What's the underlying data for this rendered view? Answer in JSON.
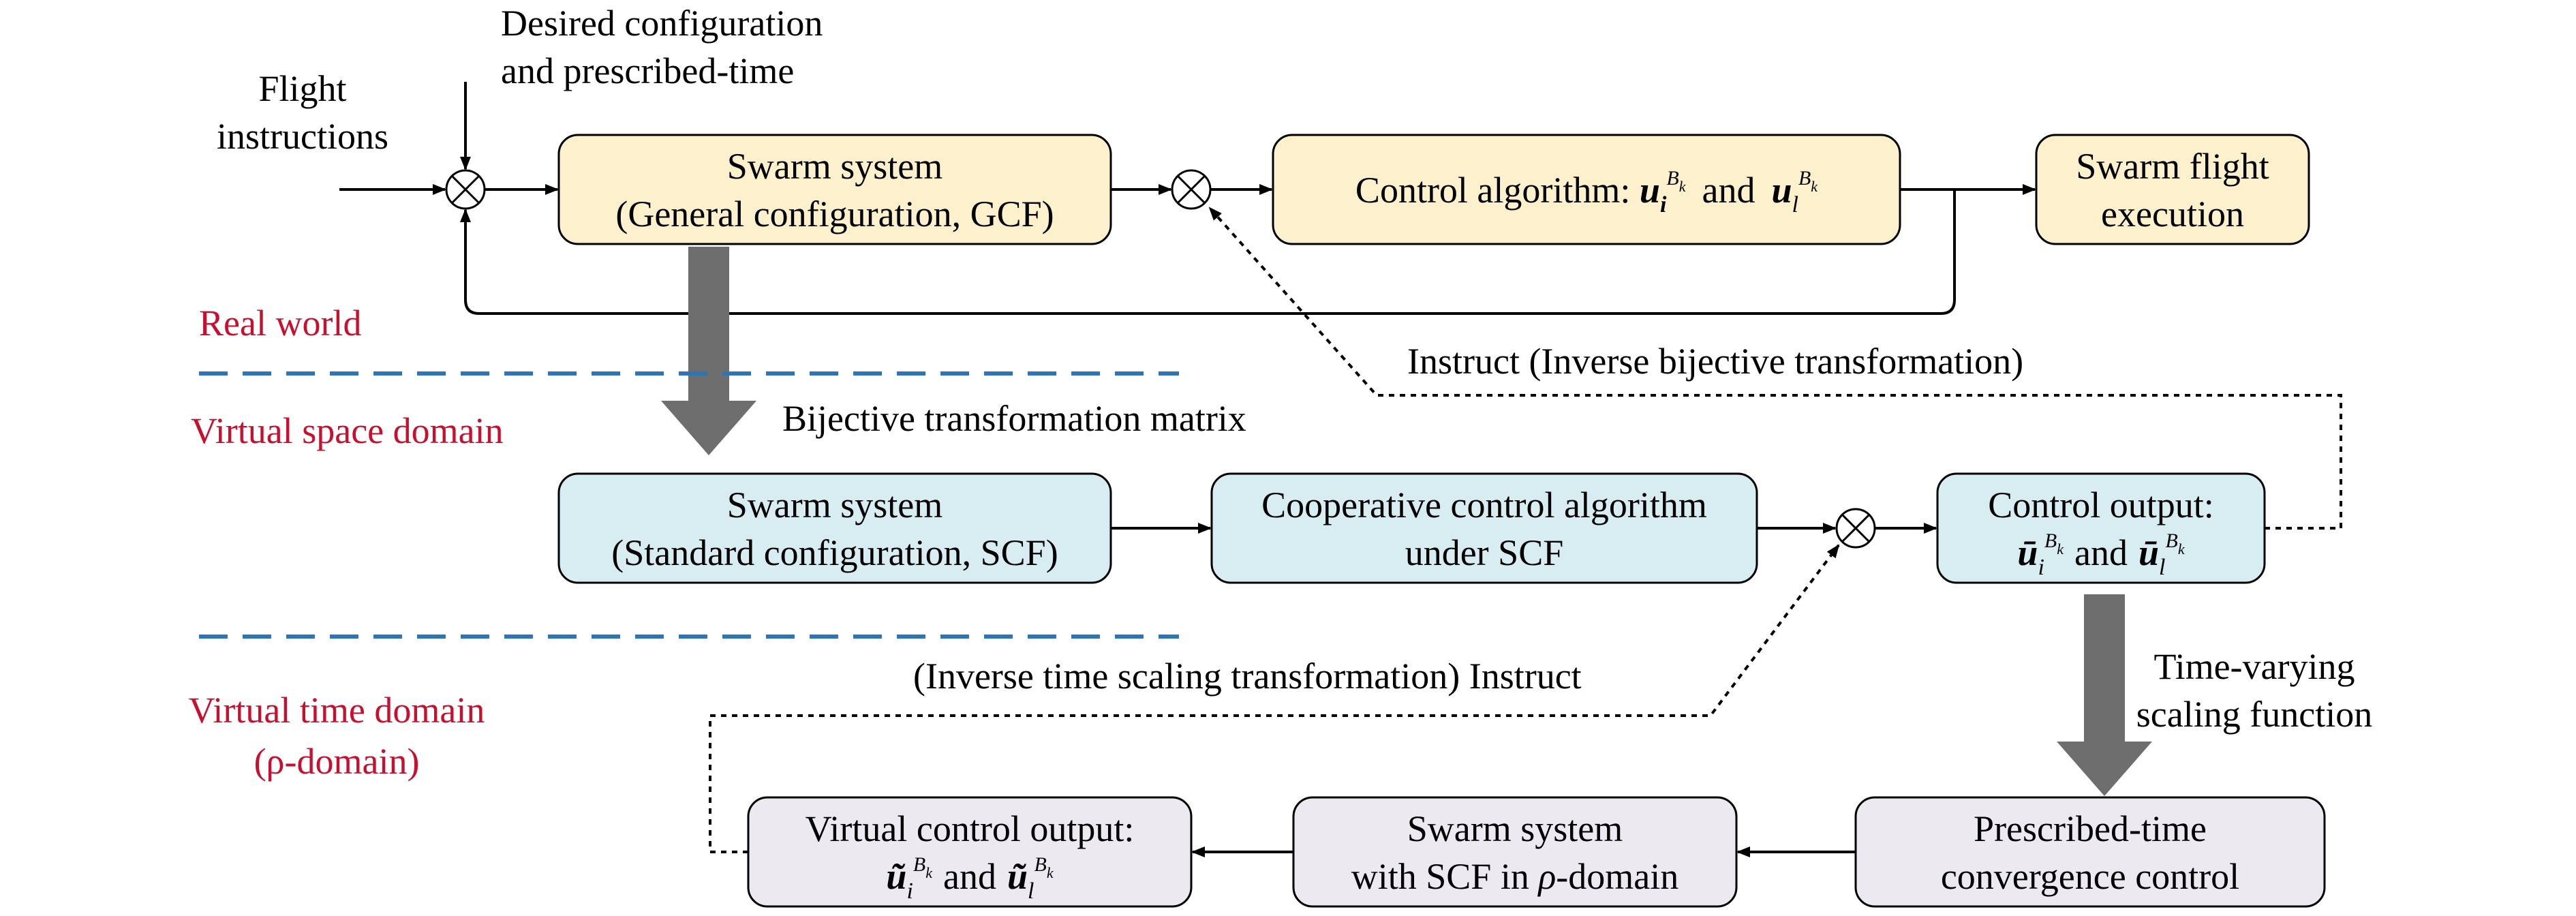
{
  "colors": {
    "yellow_box": "#fdf0cc",
    "blue_box": "#d8edf2",
    "lavender_box": "#eceaf0",
    "domain_label": "#c8102e",
    "dashed_divider": "#2e75b6",
    "wide_arrow": "#6e6e6e"
  },
  "labels": {
    "flight_instructions": [
      "Flight",
      "instructions"
    ],
    "desired_config": [
      "Desired configuration",
      "and prescribed-time"
    ],
    "real_world": "Real world",
    "virtual_space": "Virtual space domain",
    "virtual_time": [
      "Virtual time domain",
      "(ρ-domain)"
    ],
    "bijective": "Bijective transformation matrix",
    "instruct_inverse_bijective": "Instruct (Inverse bijective transformation)",
    "inverse_time_instruct": "(Inverse time scaling transformation) Instruct",
    "time_varying": [
      "Time-varying",
      "scaling function"
    ]
  },
  "boxes": {
    "swarm_gcf": [
      "Swarm system",
      "(General configuration, GCF)"
    ],
    "control_algorithm": {
      "prefix": "Control algorithm: ",
      "and": "and",
      "sym_i": "u",
      "sub_i": "i",
      "sym_l": "u",
      "sub_l": "l",
      "sup": "B",
      "sup_sub": "k"
    },
    "swarm_flight": [
      "Swarm flight",
      "execution"
    ],
    "swarm_scf": [
      "Swarm system",
      "(Standard configuration, SCF)"
    ],
    "cooperative": [
      "Cooperative control algorithm",
      "under SCF"
    ],
    "control_output": {
      "line1": "Control output:",
      "and": "and",
      "sym_i": "ū",
      "sub_i": "i",
      "sym_l": "ū",
      "sub_l": "l",
      "sup": "B",
      "sup_sub": "k"
    },
    "prescribed_time": [
      "Prescribed-time",
      "convergence control"
    ],
    "swarm_rho": {
      "line1": "Swarm system",
      "line2_prefix": "with SCF in ",
      "line2_rho": "ρ",
      "line2_suffix": "-domain"
    },
    "virtual_output": {
      "line1": "Virtual control output:",
      "and": "and",
      "sym_i": "ũ",
      "sub_i": "i",
      "sym_l": "ũ",
      "sub_l": "l",
      "sup": "B",
      "sup_sub": "k"
    }
  }
}
